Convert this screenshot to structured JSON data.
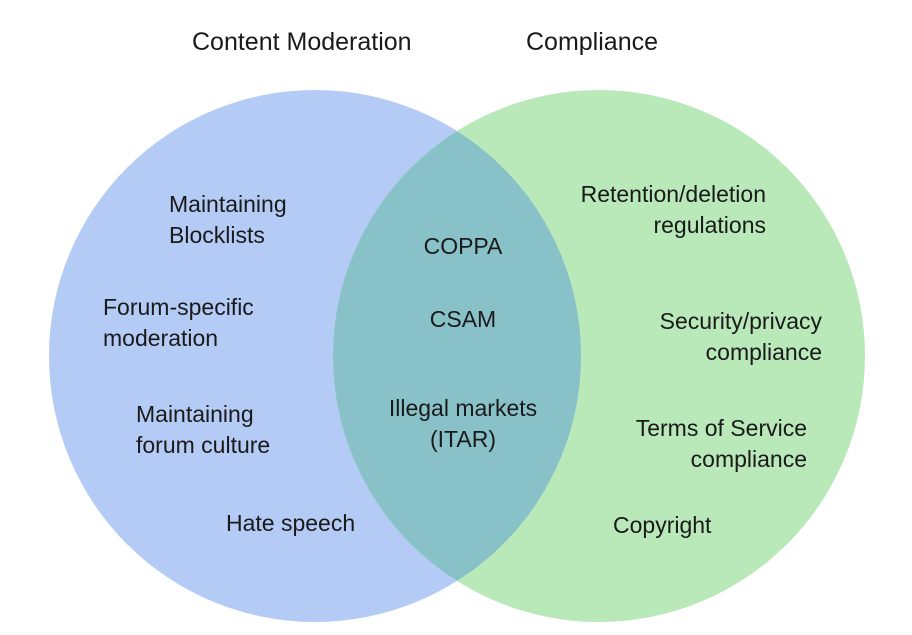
{
  "colors": {
    "left_circle": "#b3cbf5",
    "right_circle": "#b9e8b9",
    "overlap": "#89c1c9",
    "text": "#1a1a1a",
    "background": "#ffffff"
  },
  "sets": {
    "left": {
      "title": "Content Moderation",
      "items": {
        "blocklists": [
          "Maintaining",
          "Blocklists"
        ],
        "forum_specific": [
          "Forum-specific",
          "moderation"
        ],
        "forum_culture": [
          "Maintaining",
          "forum culture"
        ],
        "hate_speech": [
          "Hate speech"
        ]
      }
    },
    "right": {
      "title": "Compliance",
      "items": {
        "retention": [
          "Retention/deletion",
          "regulations"
        ],
        "security": [
          "Security/privacy",
          "compliance"
        ],
        "tos": [
          "Terms of Service",
          "compliance"
        ],
        "copyright": [
          "Copyright"
        ]
      }
    },
    "overlap": {
      "items": {
        "coppa": [
          "COPPA"
        ],
        "csam": [
          "CSAM"
        ],
        "illegal_markets": [
          "Illegal markets",
          "(ITAR)"
        ]
      }
    }
  }
}
